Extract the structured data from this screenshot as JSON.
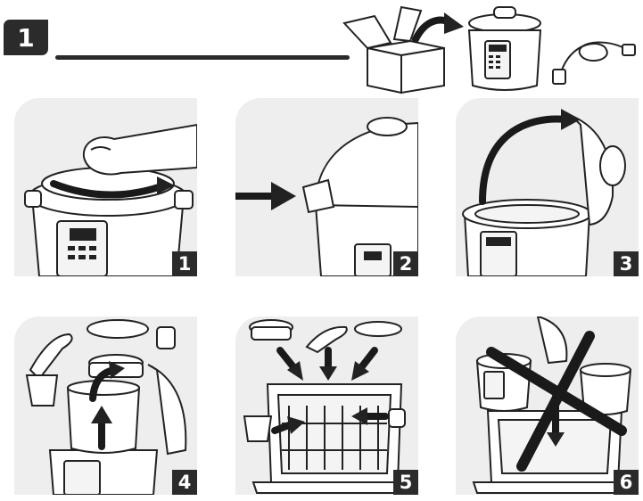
{
  "section": {
    "number": "1"
  },
  "steps": [
    {
      "number": "1",
      "icon": "twist-lid-icon"
    },
    {
      "number": "2",
      "icon": "lid-handle-icon"
    },
    {
      "number": "3",
      "icon": "open-lid-icon"
    },
    {
      "number": "4",
      "icon": "remove-accessories-icon"
    },
    {
      "number": "5",
      "icon": "dishwasher-icon"
    },
    {
      "number": "6",
      "icon": "no-dishwasher-icon"
    }
  ],
  "colors": {
    "ink": "#2b2b2b",
    "panel": "#eeeeee",
    "background": "#ffffff"
  }
}
